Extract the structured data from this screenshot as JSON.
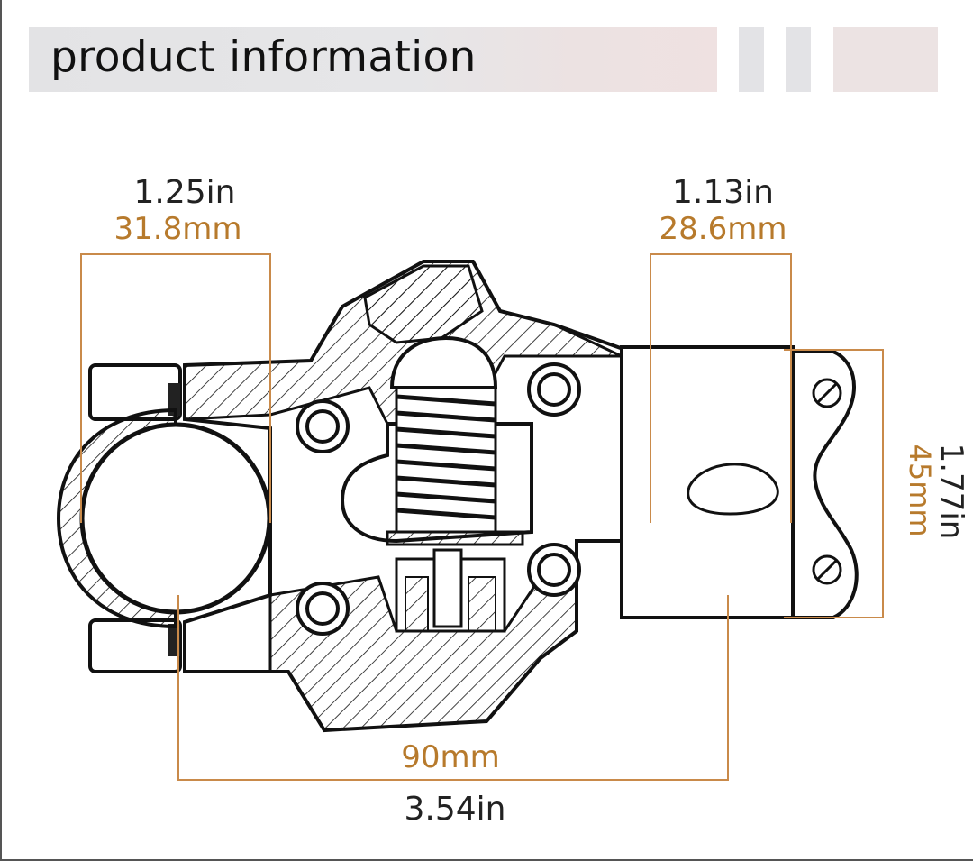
{
  "header": {
    "title": "product information"
  },
  "dimensions": {
    "clamp_diameter": {
      "inches": "1.25in",
      "mm": "31.8mm"
    },
    "steerer_diameter": {
      "inches": "1.13in",
      "mm": "28.6mm"
    },
    "stack_height": {
      "inches": "1.77in",
      "mm": "45mm"
    },
    "length": {
      "mm": "90mm",
      "inches": "3.54in"
    }
  },
  "colors": {
    "metric_text": "#b77a2c",
    "dimension_line": "#c98a4a",
    "outline": "#111111"
  }
}
